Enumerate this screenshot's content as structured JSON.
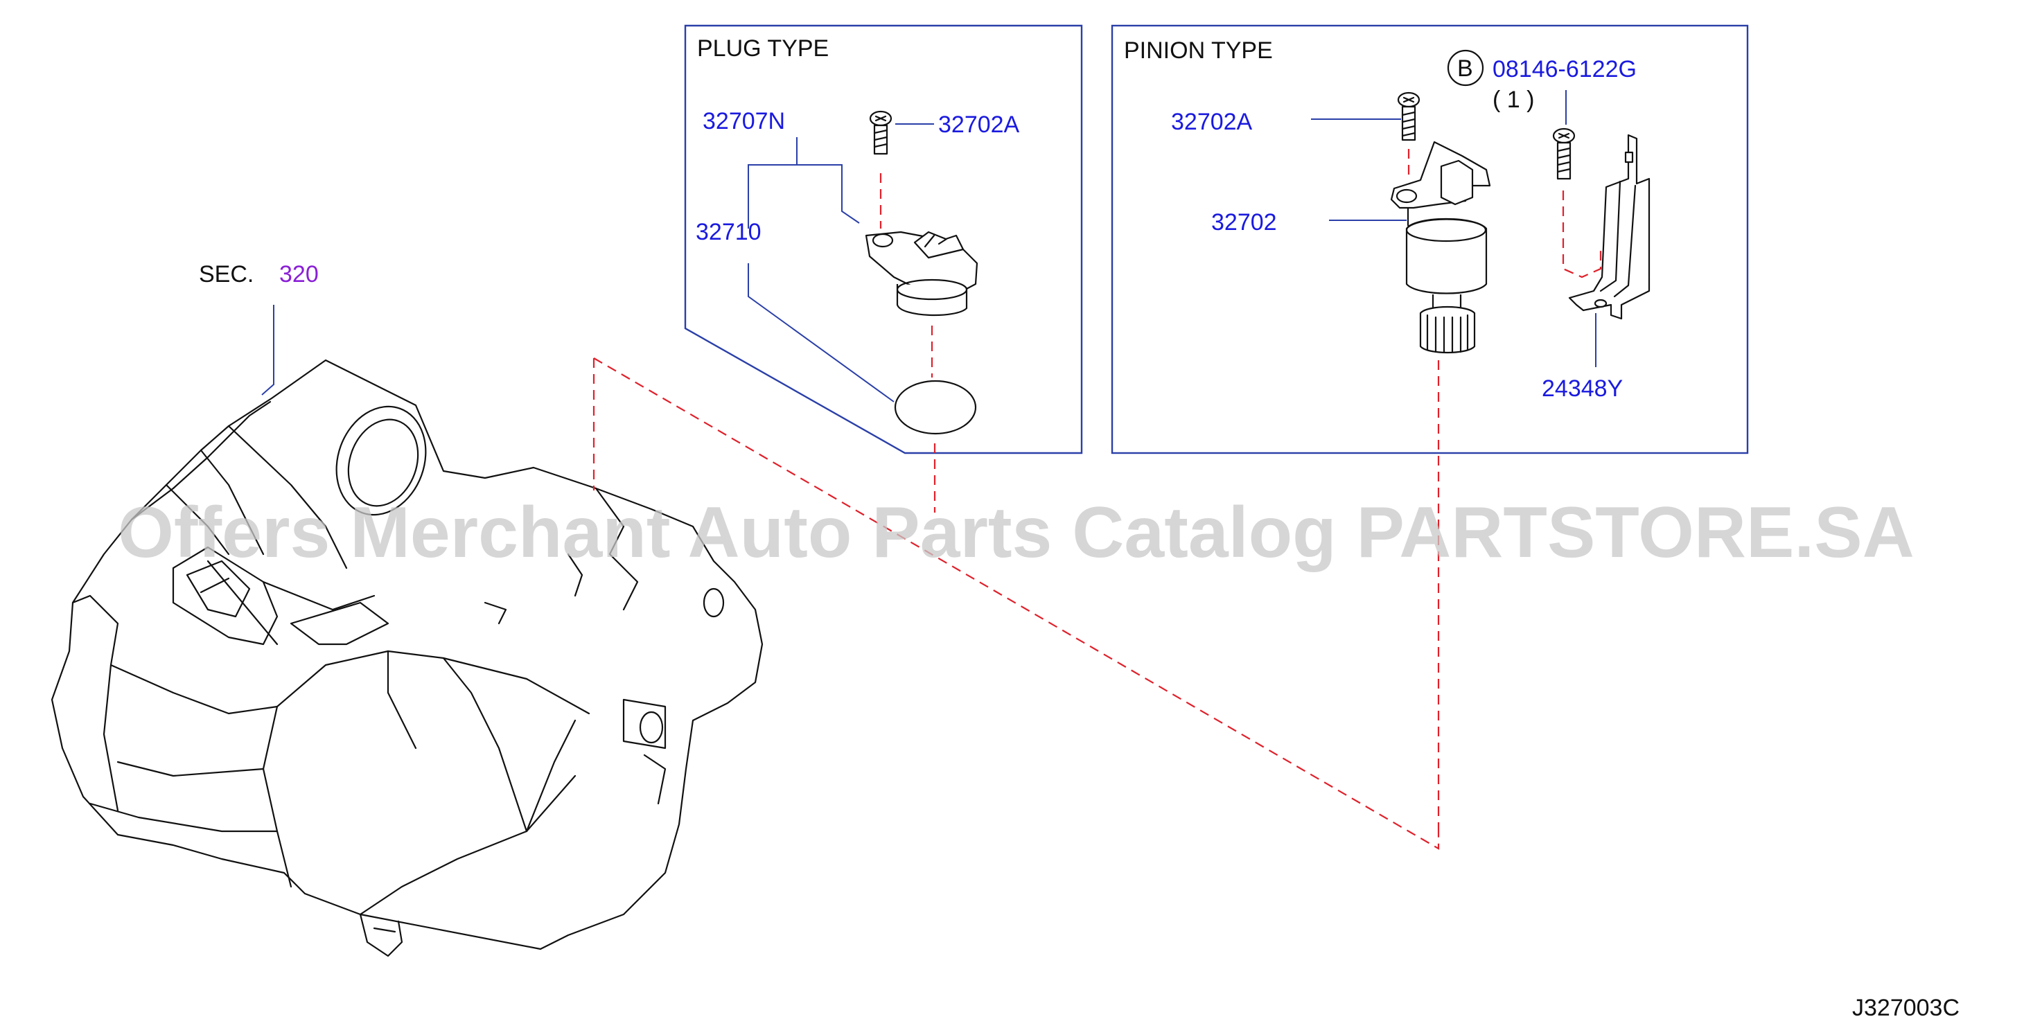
{
  "sections": {
    "plug": {
      "title": "PLUG  TYPE"
    },
    "pinion": {
      "title": "PINION  TYPE"
    }
  },
  "parts": {
    "p32707N": "32707N",
    "p32702A_plug": "32702A",
    "p32710": "32710",
    "p32702A_pinion": "32702A",
    "p32702": "32702",
    "p08146": "08146-6122G",
    "qty": "( 1 )",
    "badge": "B",
    "p24348Y": "24348Y"
  },
  "sec": {
    "label": "SEC.",
    "number": "320"
  },
  "diagram_code": "J327003C",
  "watermark": "Offers Merchant Auto Parts Catalog PARTSTORE.SA",
  "colors": {
    "callout": "#1a1adf",
    "section_ref": "#8a1fd6",
    "dash": "#e0202a",
    "frame": "#2a3fa8"
  }
}
